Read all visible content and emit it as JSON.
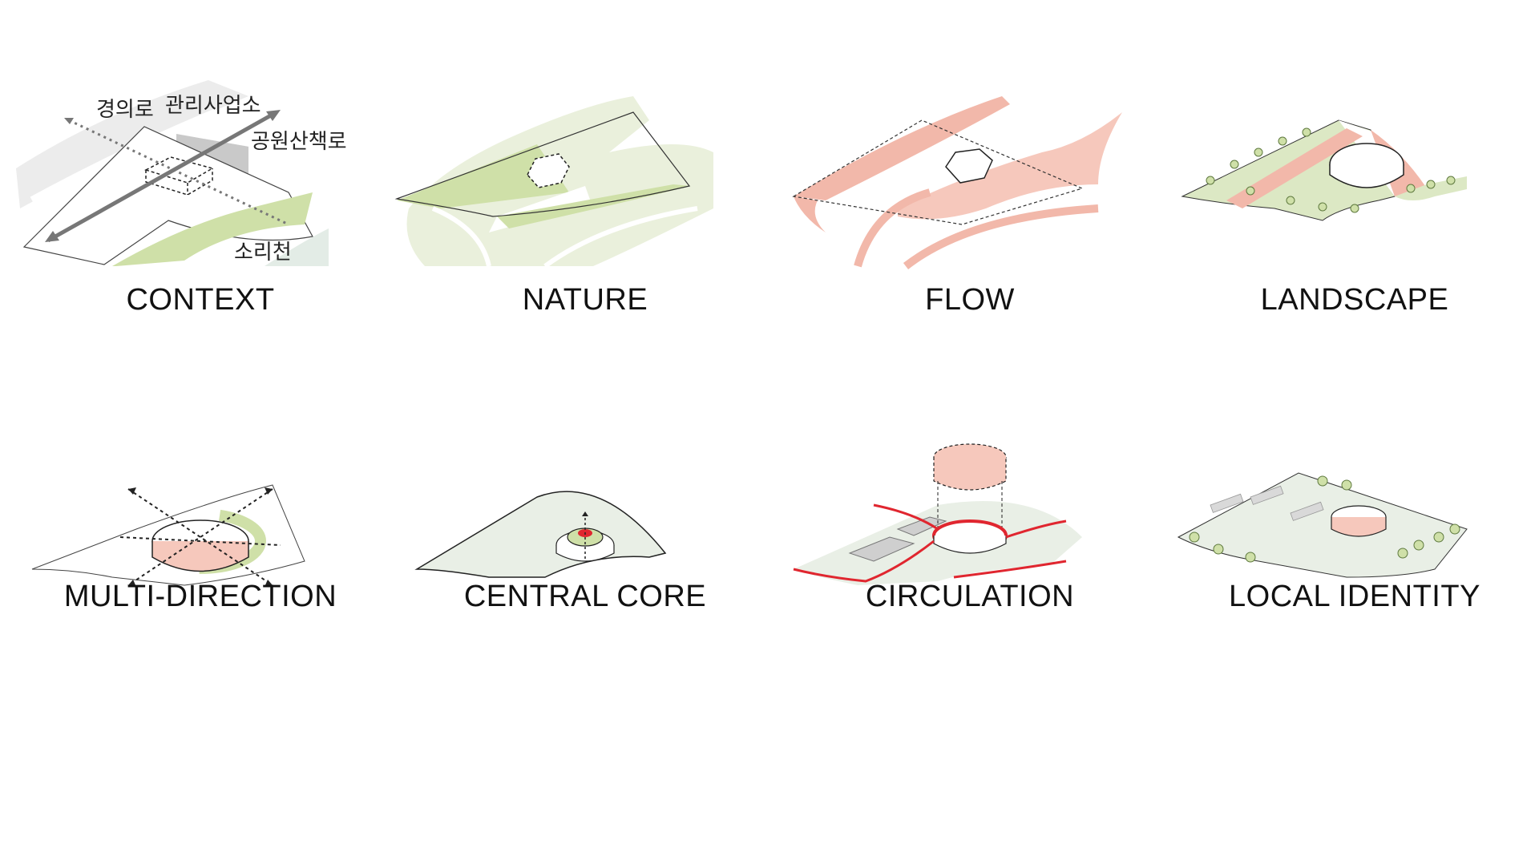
{
  "context": {
    "labels": {
      "road": "경의로",
      "office": "관리사업소",
      "path": "공원산책로",
      "stream": "소리천"
    },
    "caption": "CONTEXT"
  },
  "nature": {
    "caption": "NATURE"
  },
  "flow": {
    "caption": "FLOW"
  },
  "landscape": {
    "caption": "LANDSCAPE"
  },
  "multi_direction": {
    "caption": "MULTI-DIRECTION"
  },
  "central_core": {
    "caption": "CENTRAL CORE"
  },
  "circulation": {
    "caption": "CIRCULATION"
  },
  "local_identity": {
    "caption": "LOCAL IDENTITY"
  },
  "colors": {
    "green": "#d5e4b3",
    "salmon": "#f2b8aa",
    "red": "#e0262f",
    "grey": "#cfcfcf",
    "pale": "#e9efe6"
  }
}
